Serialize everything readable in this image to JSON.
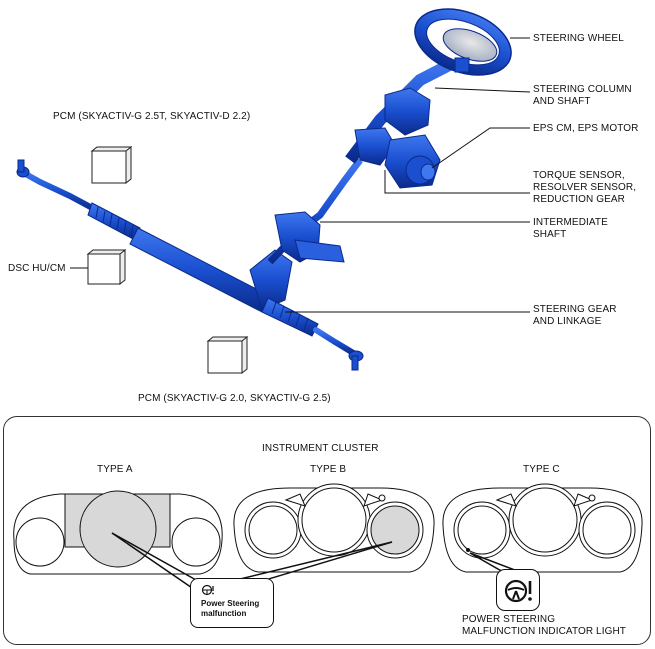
{
  "labels": {
    "steering_wheel": "STEERING WHEEL",
    "steering_column_1": "STEERING COLUMN",
    "steering_column_2": "AND SHAFT",
    "eps": "EPS CM, EPS MOTOR",
    "torque_1": "TORQUE SENSOR,",
    "torque_2": "RESOLVER SENSOR,",
    "torque_3": "REDUCTION GEAR",
    "intermediate_1": "INTERMEDIATE",
    "intermediate_2": "SHAFT",
    "gear_1": "STEERING GEAR",
    "gear_2": "AND LINKAGE",
    "pcm_top": "PCM (SKYACTIV-G 2.5T, SKYACTIV-D 2.2)",
    "dsc": "DSC HU/CM",
    "pcm_bottom": "PCM (SKYACTIV-G 2.0, SKYACTIV-G 2.5)"
  },
  "cluster": {
    "title": "INSTRUMENT CLUSTER",
    "type_a": "TYPE A",
    "type_b": "TYPE B",
    "type_c": "TYPE C",
    "message_line1": "Power Steering",
    "message_line2": "malfunction",
    "indicator_1": "POWER STEERING",
    "indicator_2": "MALFUNCTION INDICATOR LIGHT"
  },
  "colors": {
    "part_blue": "#1a4fd0",
    "part_dark": "#0b2a8a",
    "highlight_gray": "#d8d8d8"
  },
  "icons": [
    "steering-warning-icon"
  ]
}
